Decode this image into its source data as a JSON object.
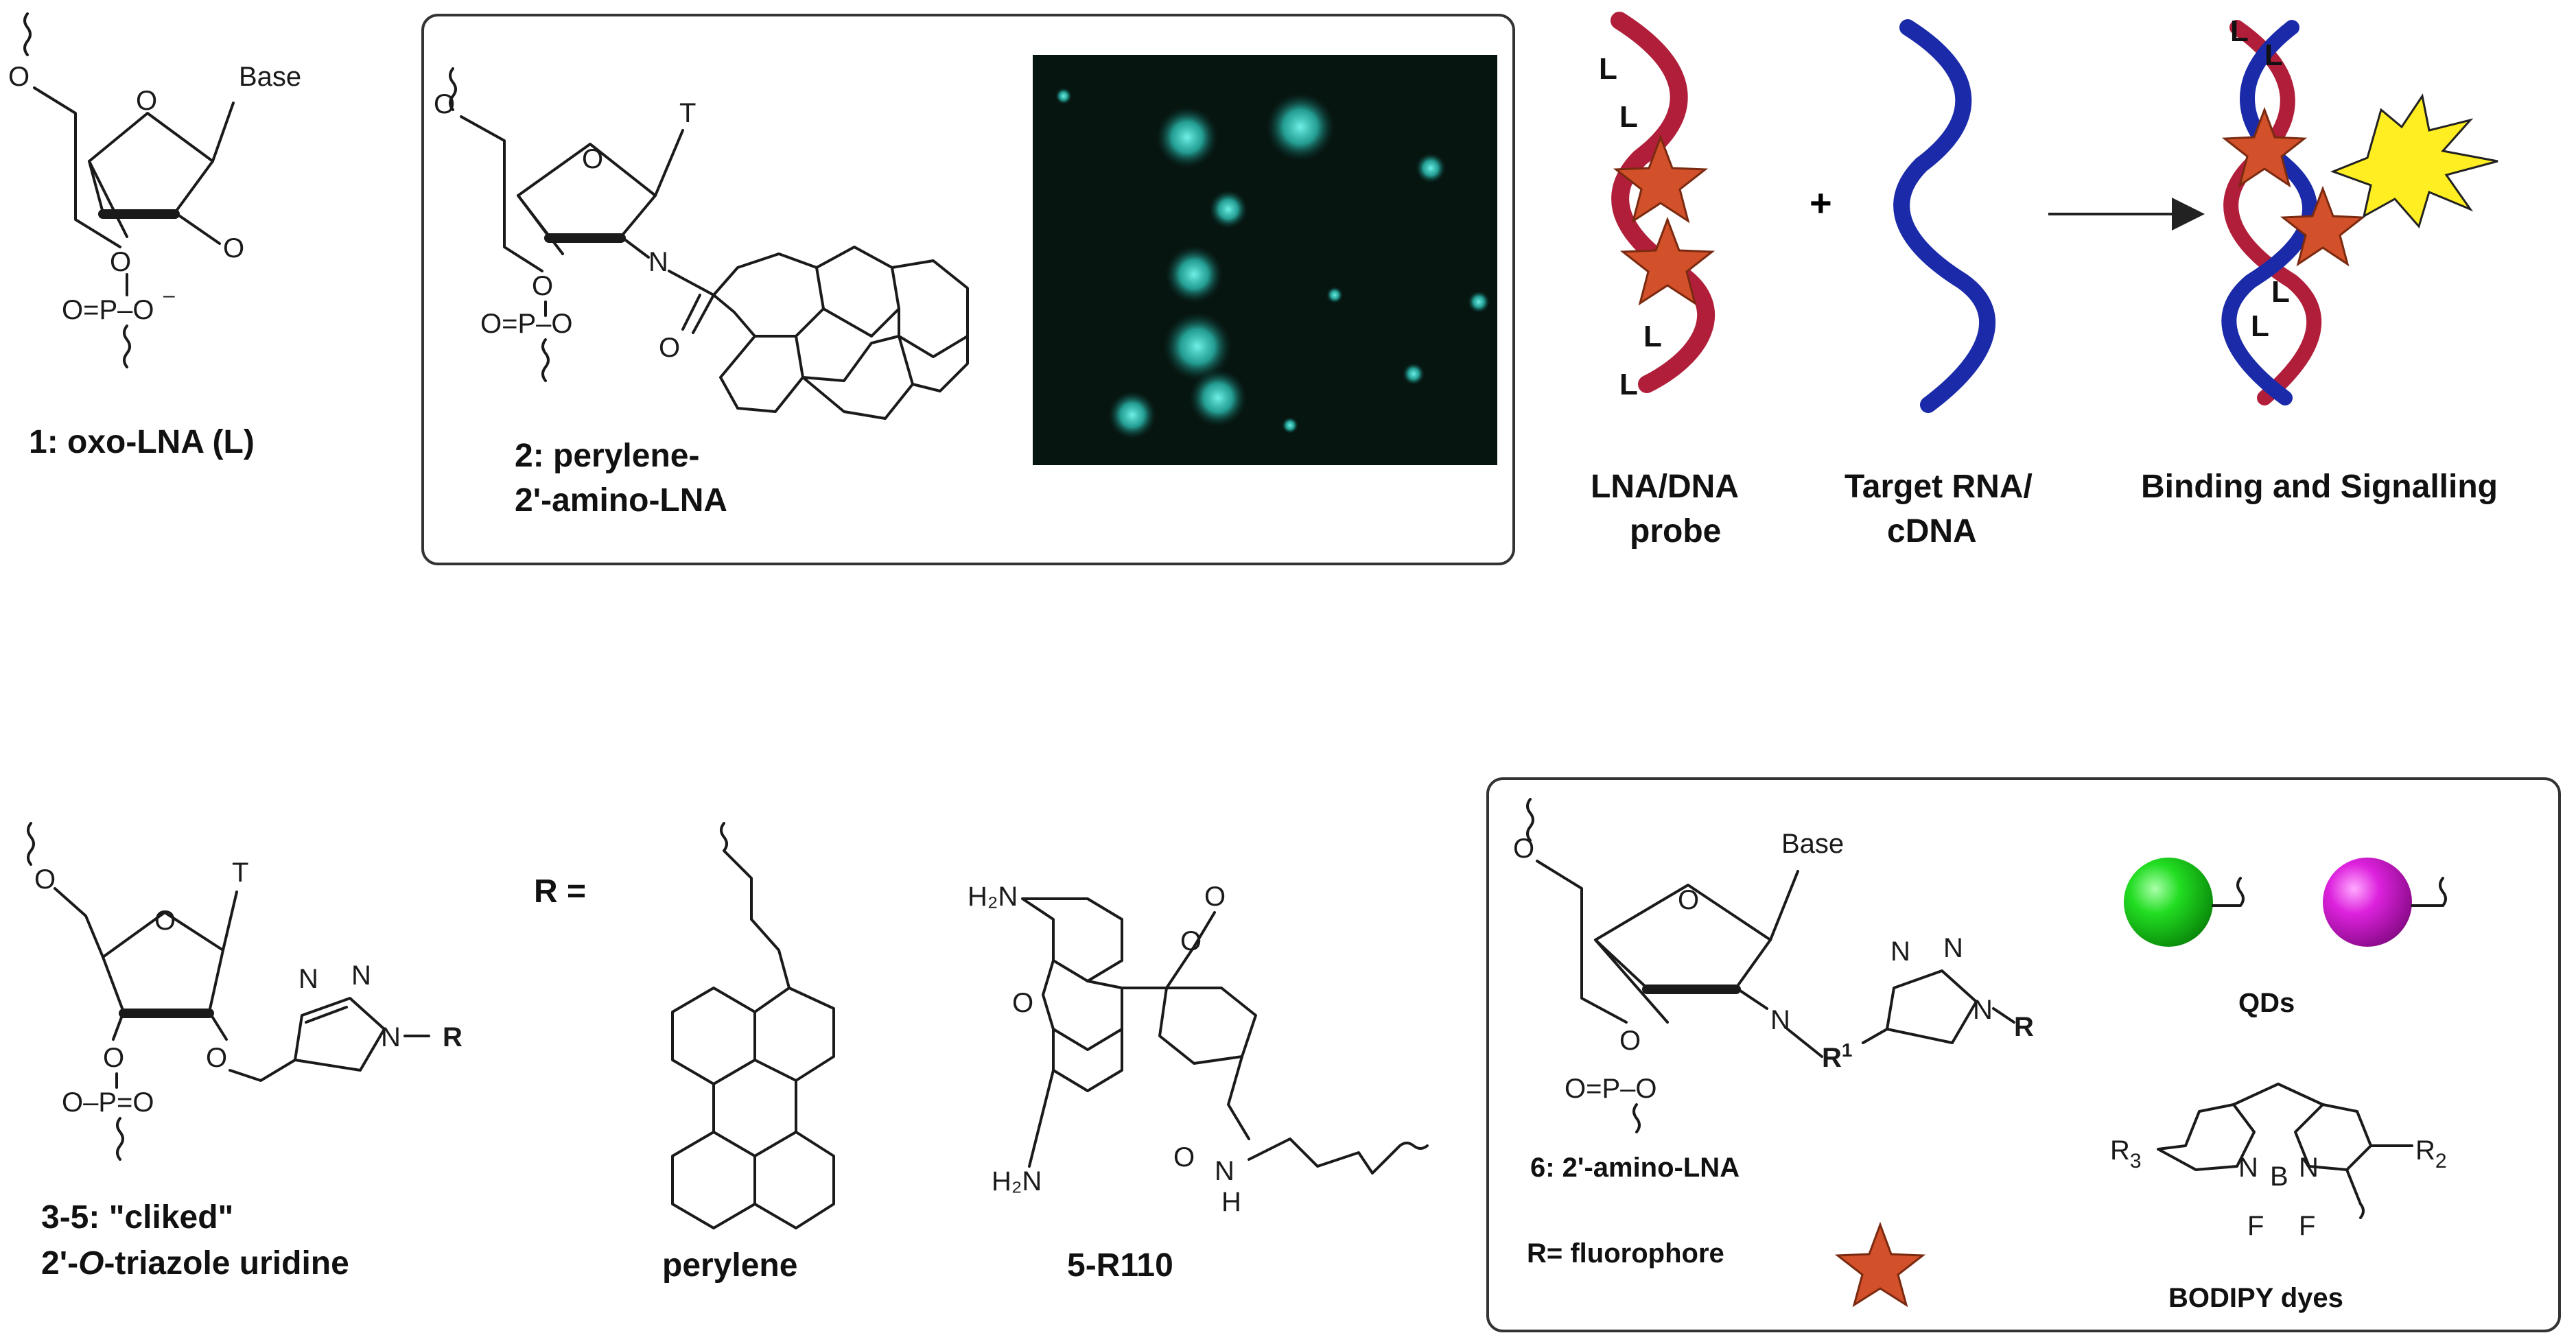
{
  "compound1": {
    "label": "1: oxo-LNA (L)",
    "base": "Base"
  },
  "compound2": {
    "label_line1": "2: perylene-",
    "label_line2": "2'-amino-LNA",
    "base": "T"
  },
  "probe_scheme": {
    "probe_line1": "LNA/DNA",
    "probe_line2": "probe",
    "plus": "+",
    "target_line1": "Target RNA/",
    "target_line2": "cDNA",
    "result": "Binding and Signalling",
    "lna_tag": "L"
  },
  "compound35": {
    "label_line1": "3-5: \"cliked\"",
    "label_line2_pre": "2'-",
    "label_line2_italic": "O",
    "label_line2_post": "-triazole uridine",
    "base": "T",
    "r_symbol": "R"
  },
  "r_equals": "R =",
  "perylene": {
    "label": "perylene"
  },
  "r110": {
    "label": "5-R110"
  },
  "compound6": {
    "label": "6: 2'-amino-LNA",
    "base": "Base",
    "r_def": "R= fluorophore",
    "r1": "R",
    "r1_sup": "1",
    "r": "R"
  },
  "qds": {
    "label": "QDs",
    "colors": [
      "#22dd22",
      "#dd22dd"
    ]
  },
  "bodipy": {
    "label": "BODIPY dyes",
    "r3": "R",
    "r3_sub": "3",
    "r2": "R",
    "r2_sub": "2"
  },
  "colors": {
    "probe_strand": "#b01e3a",
    "target_strand": "#1a2aa8",
    "star": "#d2502a",
    "burst": "#ffee22",
    "micro_bg": "#071510",
    "micro_dot": "#35d4c8"
  }
}
